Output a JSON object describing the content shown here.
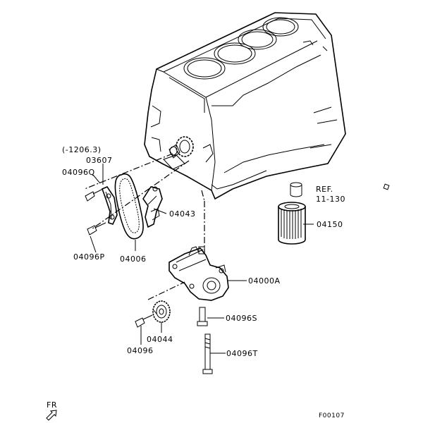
{
  "callouts": {
    "range_note": "(-1206.3)",
    "p03607": "03607",
    "p04096q": "04096Q",
    "p04043": "04043",
    "p04096p": "04096P",
    "p04006": "04006",
    "ref_line1": "REF.",
    "ref_line2": "11-130",
    "p04150": "04150",
    "p04000a": "04000A",
    "p04096s": "04096S",
    "p04044": "04044",
    "p04096": "04096",
    "p04096t": "04096T"
  },
  "orientation_label": "FR",
  "figure_code": "F00107",
  "icons": [
    "front-direction-arrow-icon"
  ]
}
